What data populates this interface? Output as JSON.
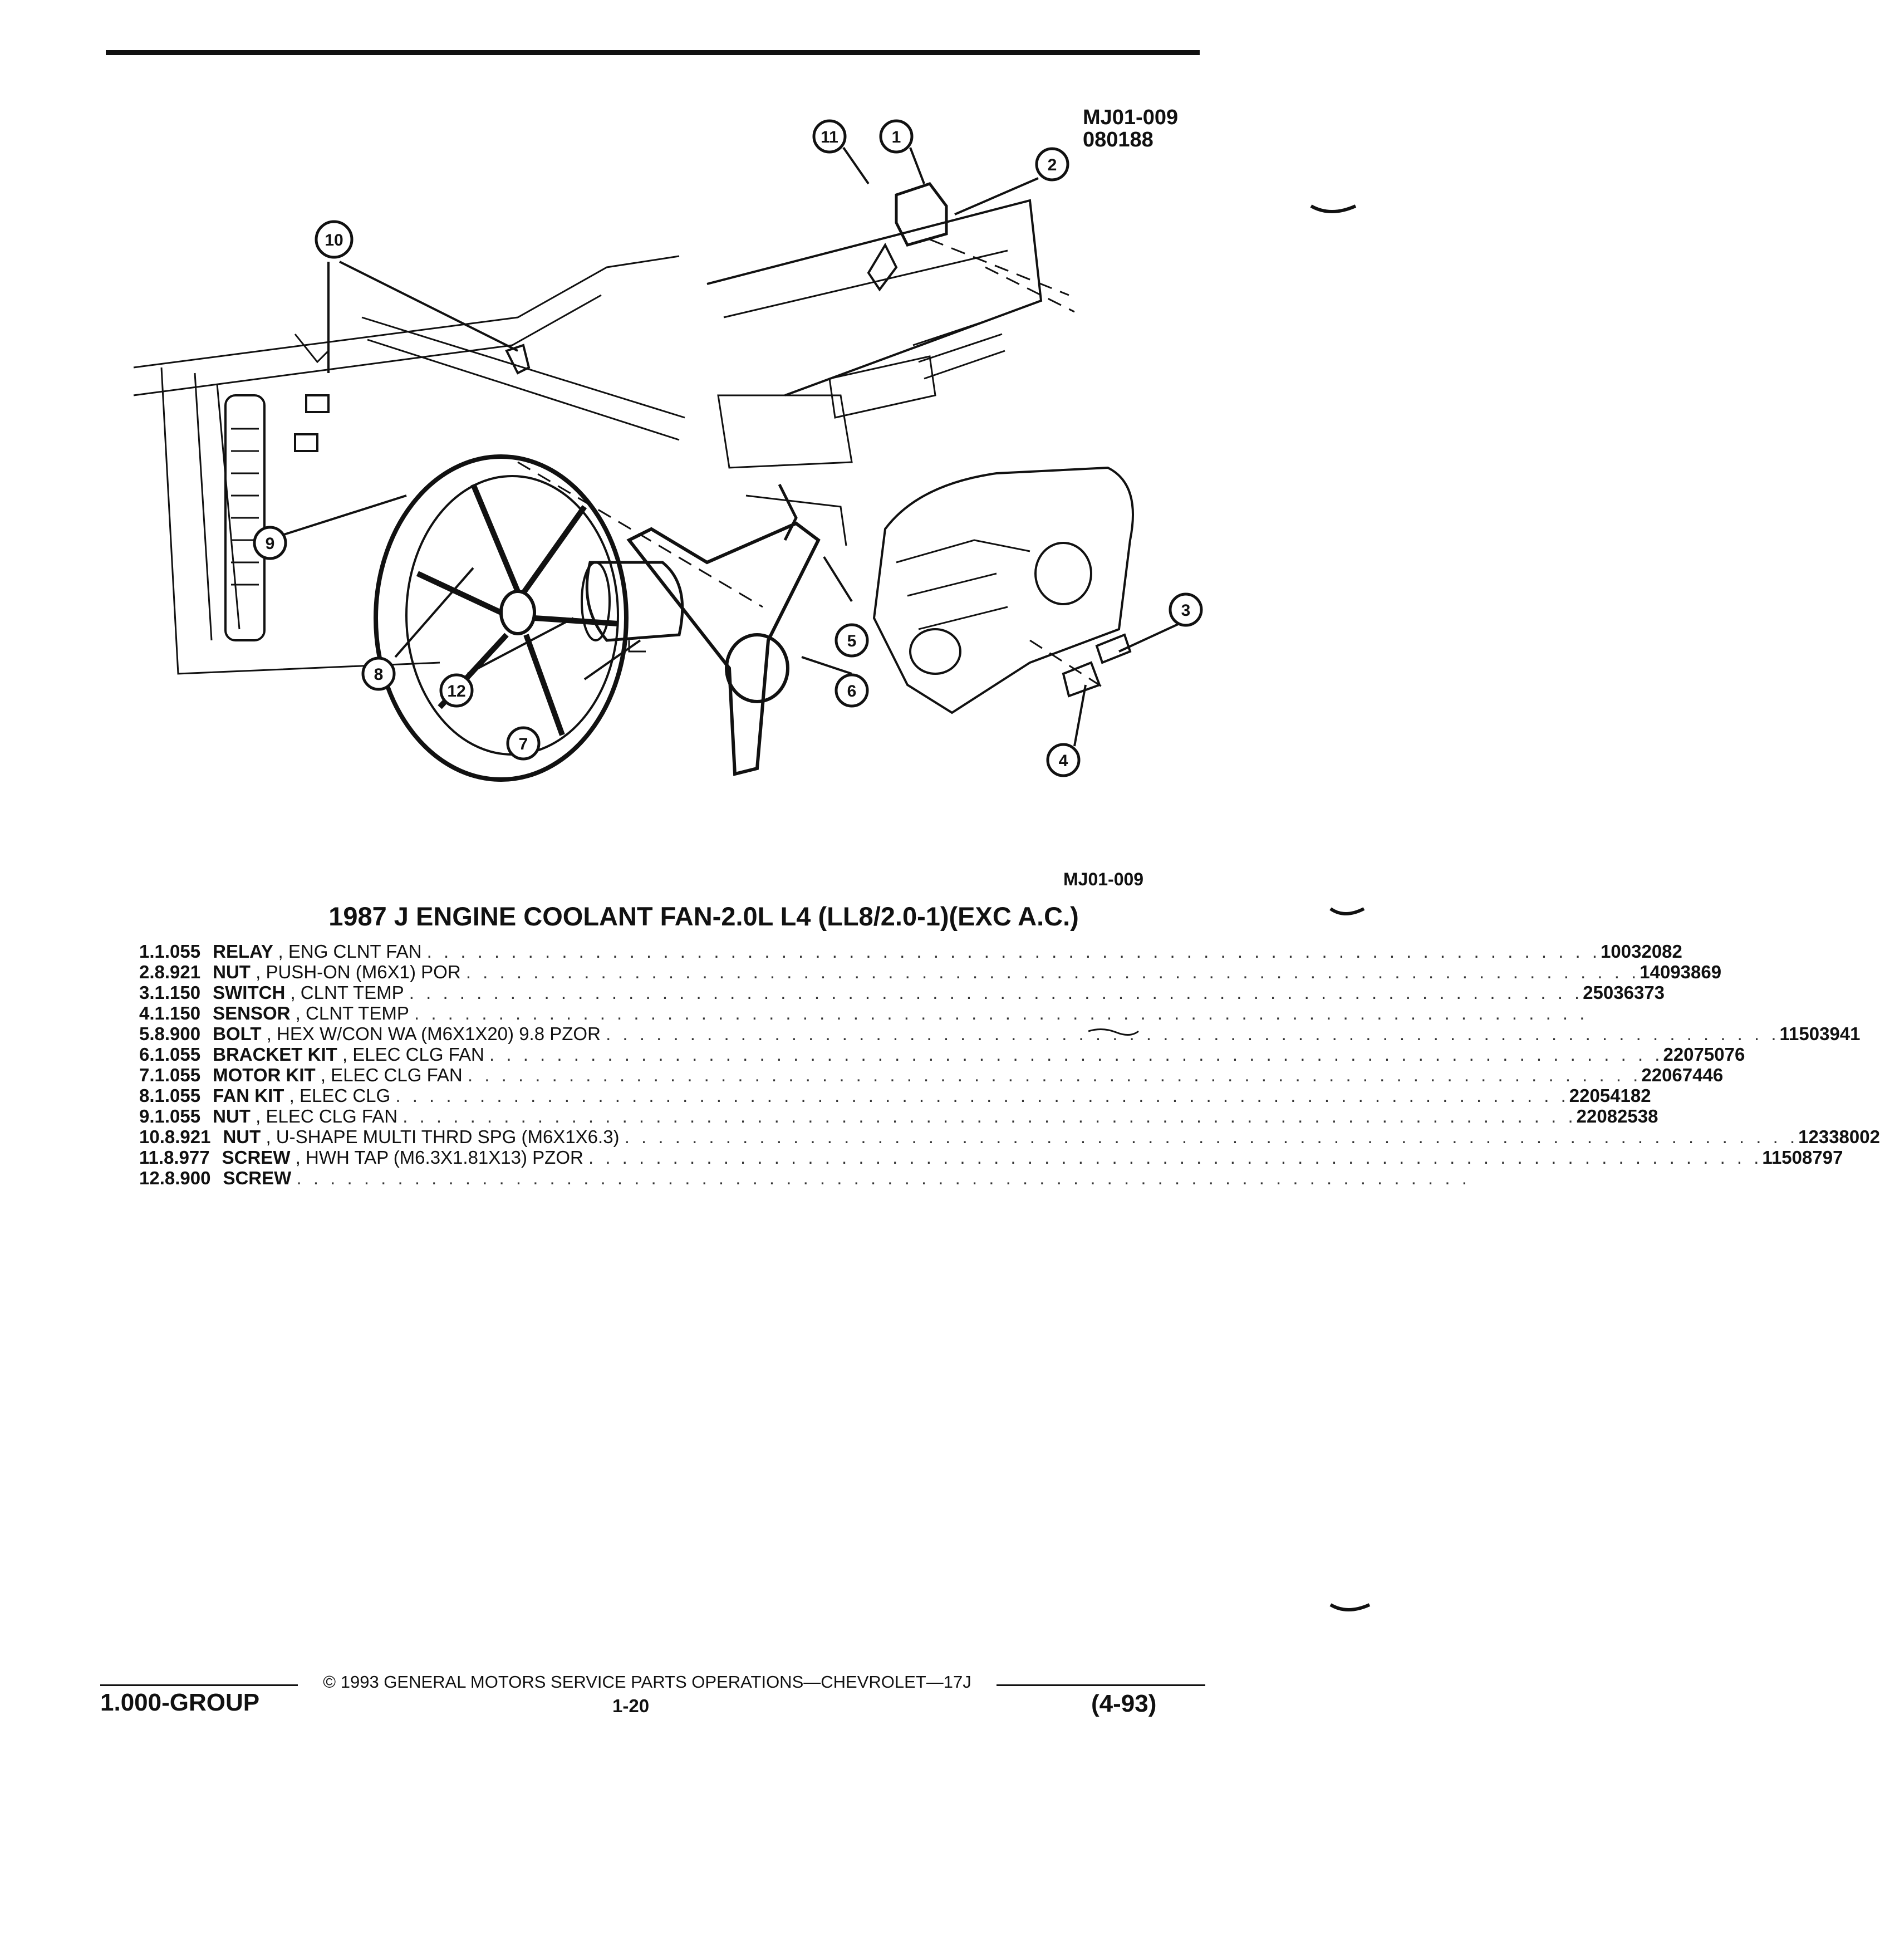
{
  "diagram": {
    "code_top": "MJ01-009",
    "date_code": "080188",
    "code_bottom": "MJ01-009",
    "callouts": [
      "1",
      "2",
      "3",
      "4",
      "5",
      "6",
      "7",
      "8",
      "9",
      "10",
      "11",
      "12"
    ]
  },
  "title": "1987 J ENGINE COOLANT FAN-2.0L L4 (LL8/2.0-1)(EXC A.C.)",
  "parts": [
    {
      "num": "1.",
      "group": "1.055",
      "name": "RELAY",
      "qual": ", ENG CLNT FAN",
      "part": "10032082"
    },
    {
      "num": "2.",
      "group": "8.921",
      "name": "NUT",
      "qual": ", PUSH-ON (M6X1) POR",
      "part": "14093869"
    },
    {
      "num": "3.",
      "group": "1.150",
      "name": "SWITCH",
      "qual": ", CLNT TEMP",
      "part": "25036373"
    },
    {
      "num": "4.",
      "group": "1.150",
      "name": "SENSOR",
      "qual": ", CLNT TEMP",
      "part": ""
    },
    {
      "num": "5.",
      "group": "8.900",
      "name": "BOLT",
      "qual": ", HEX W/CON WA (M6X1X20) 9.8 PZOR",
      "part": "11503941"
    },
    {
      "num": "6.",
      "group": "1.055",
      "name": "BRACKET KIT",
      "qual": ", ELEC CLG FAN",
      "part": "22075076"
    },
    {
      "num": "7.",
      "group": "1.055",
      "name": "MOTOR KIT",
      "qual": ", ELEC CLG FAN",
      "part": "22067446"
    },
    {
      "num": "8.",
      "group": "1.055",
      "name": "FAN KIT",
      "qual": ", ELEC CLG",
      "part": "22054182"
    },
    {
      "num": "9.",
      "group": "1.055",
      "name": "NUT",
      "qual": ", ELEC CLG FAN",
      "part": "22082538"
    },
    {
      "num": "10.",
      "group": "8.921",
      "name": "NUT",
      "qual": ", U-SHAPE MULTI THRD SPG (M6X1X6.3)",
      "part": "12338002"
    },
    {
      "num": "11.",
      "group": "8.977",
      "name": "SCREW",
      "qual": ", HWH TAP (M6.3X1.81X13) PZOR",
      "part": "11508797"
    },
    {
      "num": "12.",
      "group": "8.900",
      "name": "SCREW",
      "qual": "",
      "part": ""
    }
  ],
  "footer": {
    "copyright": "© 1993 GENERAL MOTORS SERVICE PARTS OPERATIONS—CHEVROLET—17J",
    "group": "1.000-GROUP",
    "page": "1-20",
    "date": "(4-93)"
  }
}
